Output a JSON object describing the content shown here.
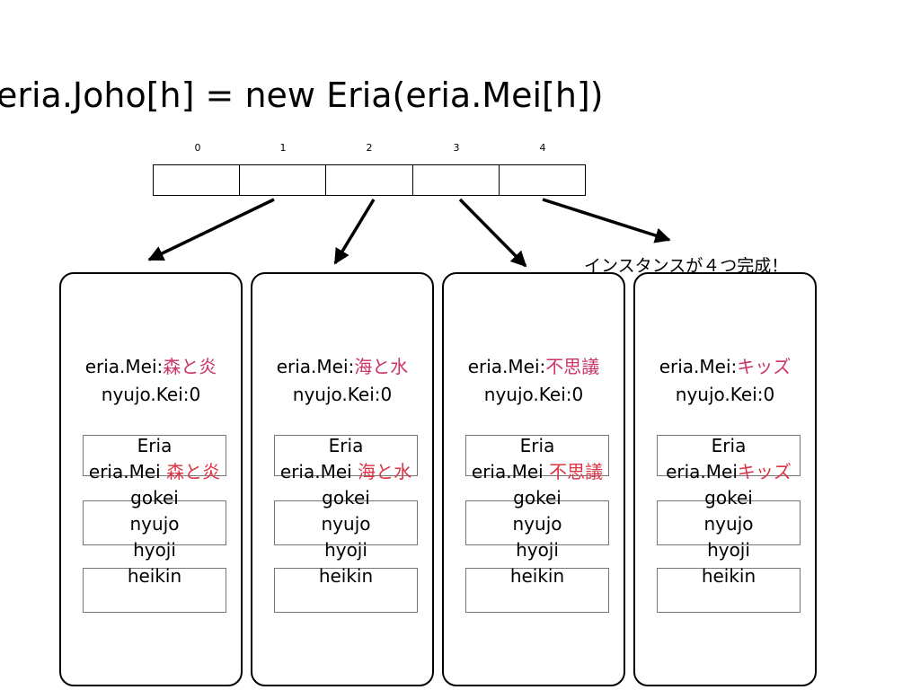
{
  "title": "eria.Joho[h] = new Eria(eria.Mei[h])",
  "indices": [
    "0",
    "1",
    "2",
    "3",
    "4"
  ],
  "note": "インスタンスが４つ完成！",
  "instance_field_1": "eria.Mei:",
  "instance_field_2": "nyujo.Kei:0",
  "class_name": "Eria",
  "class_field_label": "eria.Mei",
  "methods": [
    "gokei",
    "nyujo",
    "hyoji",
    "heikin"
  ],
  "panels": [
    {
      "name": "森と炎",
      "class_value": " 森と炎"
    },
    {
      "name": "海と水",
      "class_value": " 海と水"
    },
    {
      "name": "不思議",
      "class_value": " 不思議"
    },
    {
      "name": "キッズ",
      "class_value": "キッズ"
    }
  ],
  "colors": {
    "instance_value": "#cc3366",
    "class_value": "#dd3344"
  }
}
